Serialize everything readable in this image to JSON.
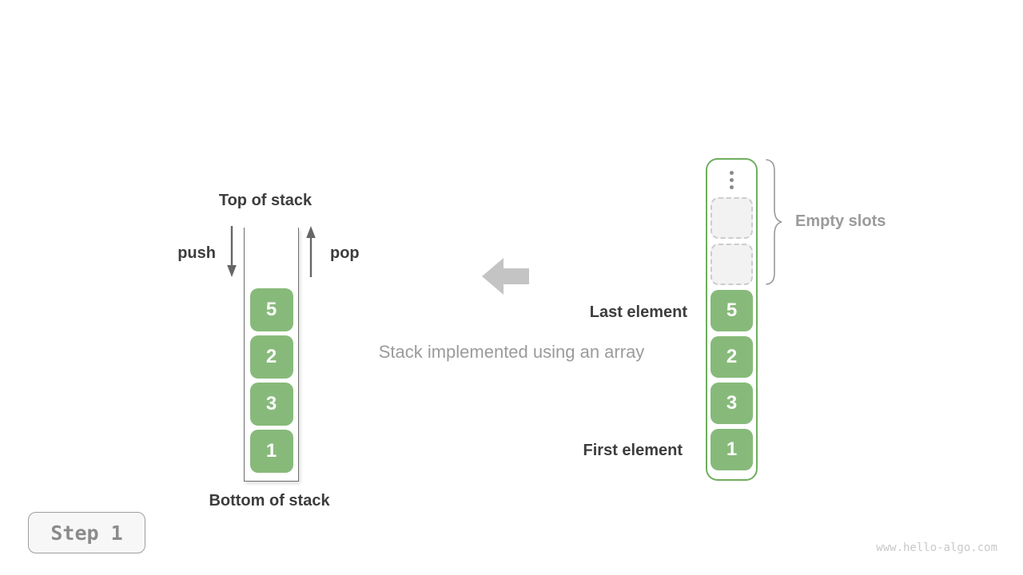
{
  "colors": {
    "cell_green": "#87ba7a",
    "array_border_green": "#6fae5e",
    "label_dark": "#3d3d3d",
    "label_gray": "#9b9b9b",
    "arrow_gray": "#666666",
    "block_arrow_gray": "#c4c4c4",
    "slot_background": "#f2f2f2",
    "slot_border": "#cccccc",
    "step_text_gray": "#8b8b8b",
    "watermark_gray": "#c9c9c9"
  },
  "left_stack": {
    "title": "Top of stack",
    "bottom_label": "Bottom of stack",
    "push_label": "push",
    "pop_label": "pop",
    "values": [
      "5",
      "2",
      "3",
      "1"
    ]
  },
  "center": {
    "caption": "Stack implemented using an array",
    "arrow_icon": "left-block-arrow"
  },
  "array_view": {
    "ellipsis_icon": "vertical-ellipsis",
    "empty_slot_count": 2,
    "empty_slots_label": "Empty slots",
    "last_element_label": "Last element",
    "first_element_label": "First element",
    "values": [
      "5",
      "2",
      "3",
      "1"
    ]
  },
  "footer": {
    "step_label": "Step 1",
    "watermark": "www.hello-algo.com"
  }
}
